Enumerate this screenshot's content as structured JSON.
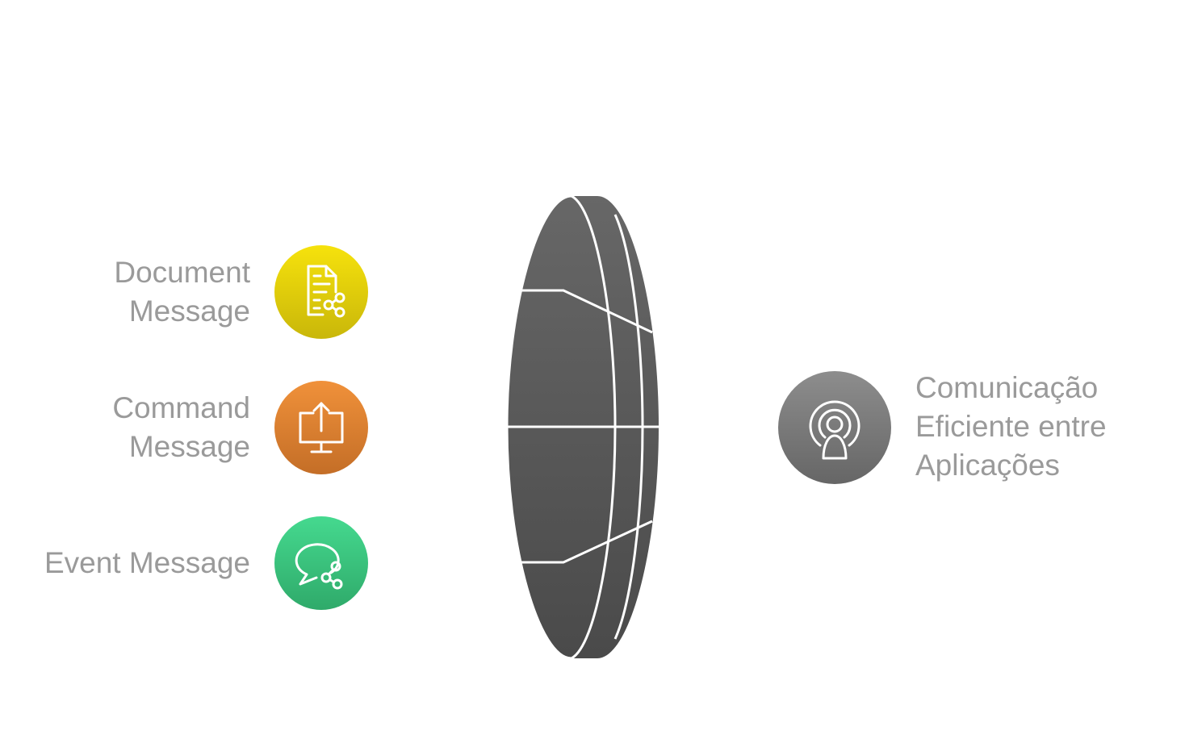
{
  "inputs": [
    {
      "line1": "Document",
      "line2": "Message",
      "icon": "document-share-icon",
      "color": "#e5d10b"
    },
    {
      "line1": "Command",
      "line2": "Message",
      "icon": "monitor-upload-icon",
      "color": "#dd8132"
    },
    {
      "line1": "Event Message",
      "icon": "chat-share-icon",
      "color": "#3bc67e"
    }
  ],
  "output": {
    "line1": "Comunicação",
    "line2": "Eficiente entre",
    "line3": "Aplicações",
    "icon": "broadcast-person-icon",
    "color": "#7a7a7a"
  },
  "lens": {
    "shape": "lens-segmented",
    "color": "#5e5e5e"
  }
}
